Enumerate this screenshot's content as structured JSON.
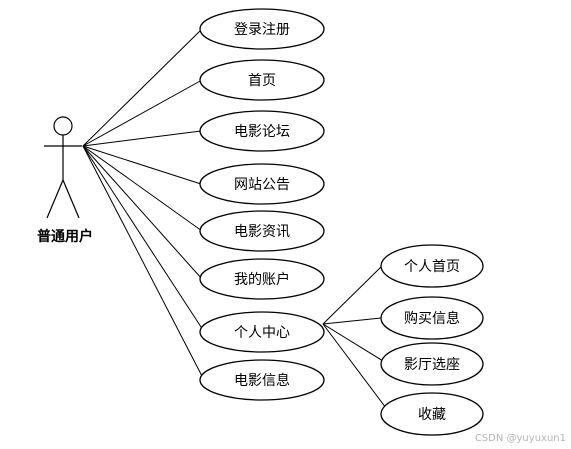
{
  "actor": {
    "label": "普通用户"
  },
  "use_cases": [
    {
      "id": "login",
      "label": "登录注册"
    },
    {
      "id": "home",
      "label": "首页"
    },
    {
      "id": "forum",
      "label": "电影论坛"
    },
    {
      "id": "notice",
      "label": "网站公告"
    },
    {
      "id": "news",
      "label": "电影资讯"
    },
    {
      "id": "account",
      "label": "我的账户"
    },
    {
      "id": "center",
      "label": "个人中心"
    },
    {
      "id": "info",
      "label": "电影信息"
    }
  ],
  "sub_use_cases": [
    {
      "id": "center-home",
      "label": "个人首页"
    },
    {
      "id": "purchase",
      "label": "购买信息"
    },
    {
      "id": "seat",
      "label": "影厅选座"
    },
    {
      "id": "favorite",
      "label": "收藏"
    }
  ],
  "watermark": "CSDN @yuyuxun1"
}
